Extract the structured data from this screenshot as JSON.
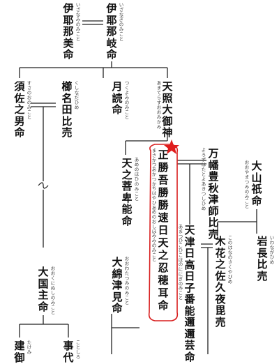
{
  "accent_color": "#d81e1e",
  "line_color": "#222222",
  "persons": {
    "izanami": {
      "name": "伊耶那美命",
      "ruby": "いざなみのみこと"
    },
    "izanagi": {
      "name": "伊耶那岐命",
      "ruby": "いざなぎのみこと"
    },
    "susanoo": {
      "name": "須佐之男命",
      "ruby": "すさのおのみこと"
    },
    "kushinada": {
      "name": "櫛名田比売",
      "ruby": "くしなだひめ"
    },
    "tsukuyomi": {
      "name": "月読命",
      "ruby": "つくよみのみこと"
    },
    "amaterasu": {
      "name": "天照大御神",
      "ruby": "あまてらすおおみかみ"
    },
    "amenohohi": {
      "name": "天之菩卑能命",
      "ruby": "あめのほひのみこと"
    },
    "oshihomimi": {
      "name": "正勝吾勝勝速日天之忍穂耳命",
      "ruby": "まさかつあかつかちはやひあめのおしほみみのみこと"
    },
    "yorozuhata": {
      "name": "万幡豊秋津師比売",
      "ruby": "よろずはたとよあきつしひめ"
    },
    "oyamatsumi": {
      "name": "大山祇命",
      "ruby": "おおやまつみのみこと"
    },
    "ninigi": {
      "name": "天津日高日子番能邇邇芸命",
      "ruby": "あまつひこひこほのににぎのみこと"
    },
    "iwanaga": {
      "name": "岩長比売",
      "ruby": "いわながひめ"
    },
    "konohana": {
      "name": "木花之佐久夜毘売",
      "ruby": "このはなのさくやびめ"
    },
    "okuninushi": {
      "name": "大国主命",
      "ruby": "おおくにぬしのみこと"
    },
    "owatatsumi": {
      "name": "大綿津見命",
      "ruby": "おおわたつみのみこと"
    },
    "takemi": {
      "name": "建御",
      "ruby": "たけみ"
    },
    "kotoshiro": {
      "name": "事代",
      "ruby": "ことしろ"
    }
  }
}
